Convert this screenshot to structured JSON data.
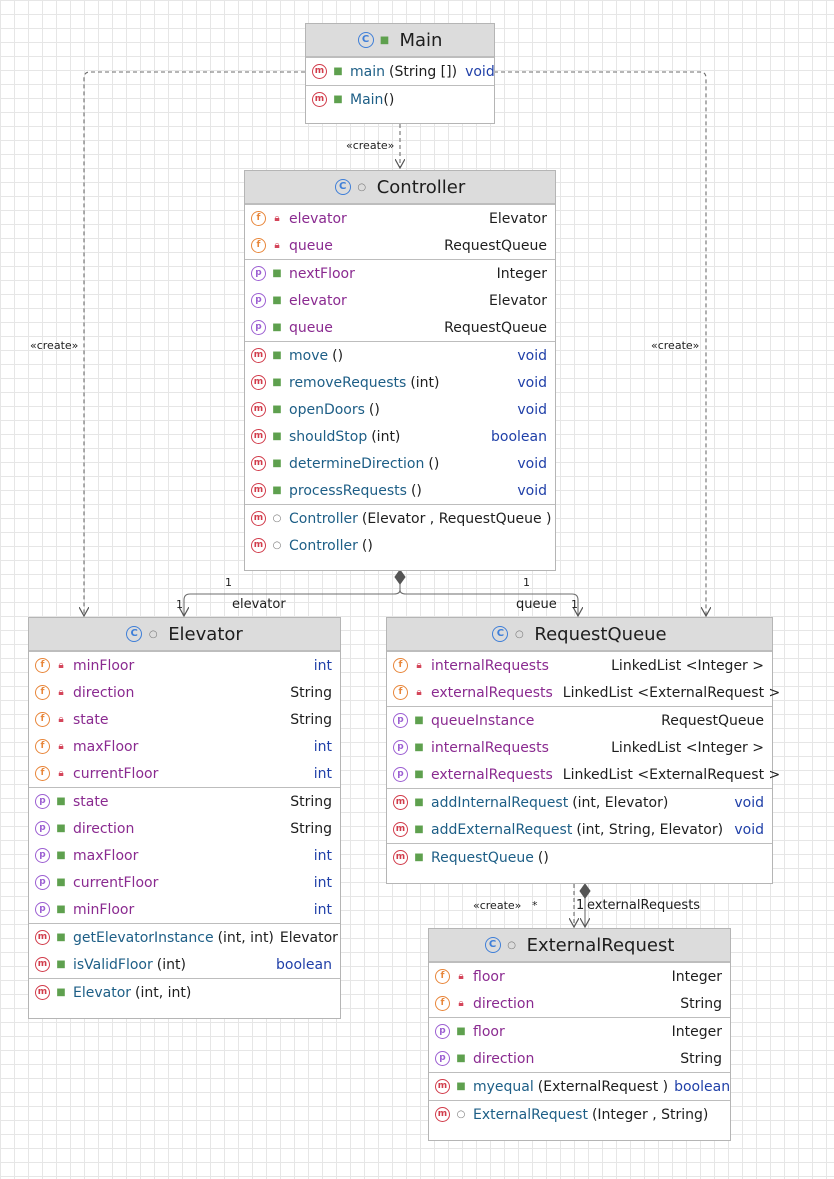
{
  "classes": {
    "main": {
      "name": "Main",
      "methods": [
        {
          "name": "main",
          "params": "(String [])",
          "type": "void"
        },
        {
          "name": "Main",
          "params": "()",
          "type": ""
        }
      ]
    },
    "controller": {
      "name": "Controller",
      "fields": [
        {
          "name": "elevator",
          "type": "Elevator"
        },
        {
          "name": "queue",
          "type": "RequestQueue"
        }
      ],
      "properties": [
        {
          "name": "nextFloor",
          "type": "Integer"
        },
        {
          "name": "elevator",
          "type": "Elevator"
        },
        {
          "name": "queue",
          "type": "RequestQueue"
        }
      ],
      "methods": [
        {
          "name": "move",
          "params": "()",
          "type": "void"
        },
        {
          "name": "removeRequests",
          "params": "(int)",
          "type": "void"
        },
        {
          "name": "openDoors",
          "params": "()",
          "type": "void"
        },
        {
          "name": "shouldStop",
          "params": "(int)",
          "type": "boolean"
        },
        {
          "name": "determineDirection",
          "params": "()",
          "type": "void"
        },
        {
          "name": "processRequests",
          "params": "()",
          "type": "void"
        }
      ],
      "constructors": [
        {
          "name": "Controller",
          "params": "(Elevator , RequestQueue )"
        },
        {
          "name": "Controller",
          "params": "()"
        }
      ]
    },
    "elevator": {
      "name": "Elevator",
      "fields": [
        {
          "name": "minFloor",
          "type": "int"
        },
        {
          "name": "direction",
          "type": "String"
        },
        {
          "name": "state",
          "type": "String"
        },
        {
          "name": "maxFloor",
          "type": "int"
        },
        {
          "name": "currentFloor",
          "type": "int"
        }
      ],
      "properties": [
        {
          "name": "state",
          "type": "String"
        },
        {
          "name": "direction",
          "type": "String"
        },
        {
          "name": "maxFloor",
          "type": "int"
        },
        {
          "name": "currentFloor",
          "type": "int"
        },
        {
          "name": "minFloor",
          "type": "int"
        }
      ],
      "methods": [
        {
          "name": "getElevatorInstance",
          "params": "(int, int)",
          "type": "Elevator"
        },
        {
          "name": "isValidFloor",
          "params": "(int)",
          "type": "boolean"
        }
      ],
      "constructors": [
        {
          "name": "Elevator",
          "params": "(int, int)"
        }
      ]
    },
    "requestqueue": {
      "name": "RequestQueue",
      "fields": [
        {
          "name": "internalRequests",
          "type": "LinkedList <Integer >"
        },
        {
          "name": "externalRequests",
          "type": "LinkedList <ExternalRequest >"
        }
      ],
      "properties": [
        {
          "name": "queueInstance",
          "type": "RequestQueue"
        },
        {
          "name": "internalRequests",
          "type": "LinkedList <Integer >"
        },
        {
          "name": "externalRequests",
          "type": "LinkedList <ExternalRequest >"
        }
      ],
      "methods": [
        {
          "name": "addInternalRequest",
          "params": "(int, Elevator)",
          "type": "void"
        },
        {
          "name": "addExternalRequest",
          "params": "(int, String, Elevator)",
          "type": "void"
        }
      ],
      "constructors": [
        {
          "name": "RequestQueue",
          "params": "()"
        }
      ]
    },
    "externalrequest": {
      "name": "ExternalRequest",
      "fields": [
        {
          "name": "floor",
          "type": "Integer"
        },
        {
          "name": "direction",
          "type": "String"
        }
      ],
      "properties": [
        {
          "name": "floor",
          "type": "Integer"
        },
        {
          "name": "direction",
          "type": "String"
        }
      ],
      "methods": [
        {
          "name": "myequal",
          "params": "(ExternalRequest )",
          "type": "boolean"
        }
      ],
      "constructors": [
        {
          "name": "ExternalRequest",
          "params": "(Integer , String)"
        }
      ]
    }
  },
  "edge_labels": {
    "create_main_controller": "«create»",
    "create_main_elevator": "«create»",
    "create_main_requestqueue": "«create»",
    "create_rq_external": "«create»",
    "star": "*",
    "elevator_role": "elevator",
    "elevator_mult_src": "1",
    "elevator_mult_dst": "1",
    "queue_role": "queue",
    "queue_mult_src": "1",
    "queue_mult_dst": "1",
    "external_role": "externalRequests",
    "external_mult": "1"
  },
  "icons": {
    "class": "class-icon",
    "field": "field-icon",
    "property": "property-icon",
    "method": "method-icon",
    "private": "lock-icon",
    "public": "public-icon",
    "package": "package-icon"
  },
  "colors": {
    "field_badge": "#e8863a",
    "property_badge": "#9c5fd2",
    "method_badge": "#d13b4a",
    "class_badge": "#3f7fd8",
    "keyword": "#1f3fa8",
    "header_bg": "#dcdcdc"
  }
}
